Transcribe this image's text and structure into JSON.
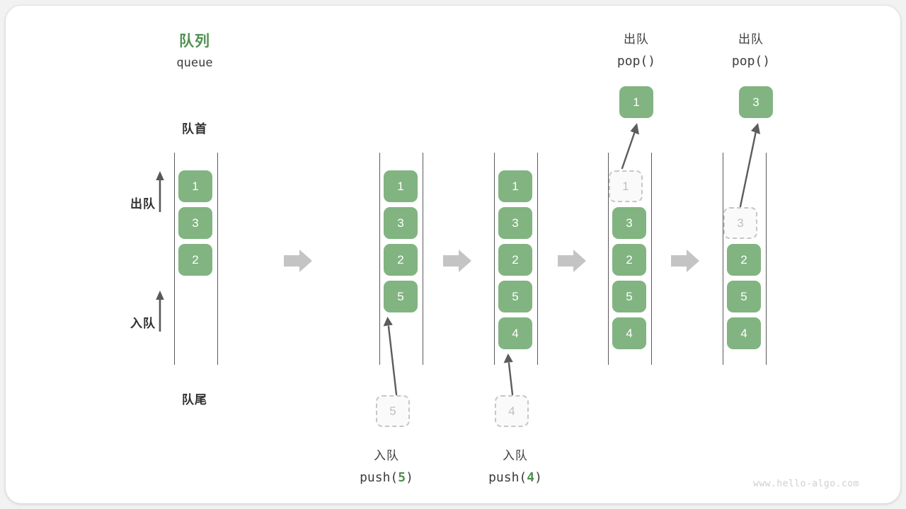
{
  "figure": {
    "title_cn": "队列",
    "title_en": "queue",
    "front_label": "队首",
    "rear_label": "队尾",
    "dequeue_label": "出队",
    "enqueue_label": "入队",
    "watermark": "www.hello-algo.com",
    "accent_color": "#4f9150",
    "cell_color": "#81b481",
    "ghost_color": "#bfbfbf",
    "arrow_color": "#c4c4c4"
  },
  "chart_data": {
    "type": "diagram",
    "title": "队列 queue",
    "stages": [
      {
        "id": "initial",
        "caption_cn": "",
        "caption_code": "",
        "cells": [
          "1",
          "3",
          "2"
        ],
        "ghost_index": -1,
        "incoming": null,
        "popped": null
      },
      {
        "id": "push-5",
        "caption_cn": "入队",
        "caption_code": "push(5)",
        "caption_code_prefix": "push(",
        "caption_code_num": "5",
        "caption_code_suffix": ")",
        "cells": [
          "1",
          "3",
          "2",
          "5"
        ],
        "ghost_index": -1,
        "incoming": "5",
        "popped": null
      },
      {
        "id": "push-4",
        "caption_cn": "入队",
        "caption_code": "push(4)",
        "caption_code_prefix": "push(",
        "caption_code_num": "4",
        "caption_code_suffix": ")",
        "cells": [
          "1",
          "3",
          "2",
          "5",
          "4"
        ],
        "ghost_index": -1,
        "incoming": "4",
        "popped": null
      },
      {
        "id": "pop-1",
        "caption_cn": "出队",
        "caption_code": "pop()",
        "cells": [
          "1",
          "3",
          "2",
          "5",
          "4"
        ],
        "ghost_index": 0,
        "incoming": null,
        "popped": "1"
      },
      {
        "id": "pop-3",
        "caption_cn": "出队",
        "caption_code": "pop()",
        "cells": [
          "",
          "3",
          "2",
          "5",
          "4"
        ],
        "ghost_index": 1,
        "incoming": null,
        "popped": "3"
      }
    ]
  }
}
